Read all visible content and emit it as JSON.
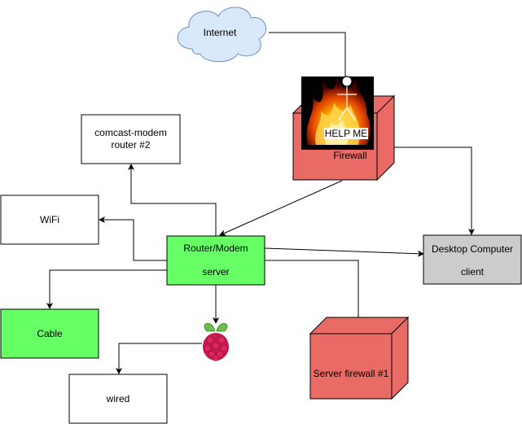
{
  "diagram": {
    "cloud": {
      "label": "Internet",
      "fill": "#dae8fc",
      "stroke": "#6c8ebf"
    },
    "firewall_top": {
      "label": "Firewall",
      "fill": "#ea6b66"
    },
    "help_banner": {
      "label": "HELP ME"
    },
    "comcast": {
      "label": "comcast-modem\nrouter #2"
    },
    "wifi": {
      "label": "WiFi"
    },
    "router": {
      "title": "Router/Modem",
      "subtitle": "server",
      "fill": "#66ff66"
    },
    "desktop": {
      "title": "Desktop Computer",
      "subtitle": "client",
      "fill": "#cccccc"
    },
    "cable": {
      "label": "Cable",
      "fill": "#66ff66"
    },
    "wired": {
      "label": "wired"
    },
    "server_firewall": {
      "label": "Server firewall #1",
      "fill": "#ea6b66"
    },
    "raspberry_icon": "raspberry-pi-icon",
    "stick_figure_icon": "stick-figure-icon",
    "fire_icon": "fire-icon"
  }
}
